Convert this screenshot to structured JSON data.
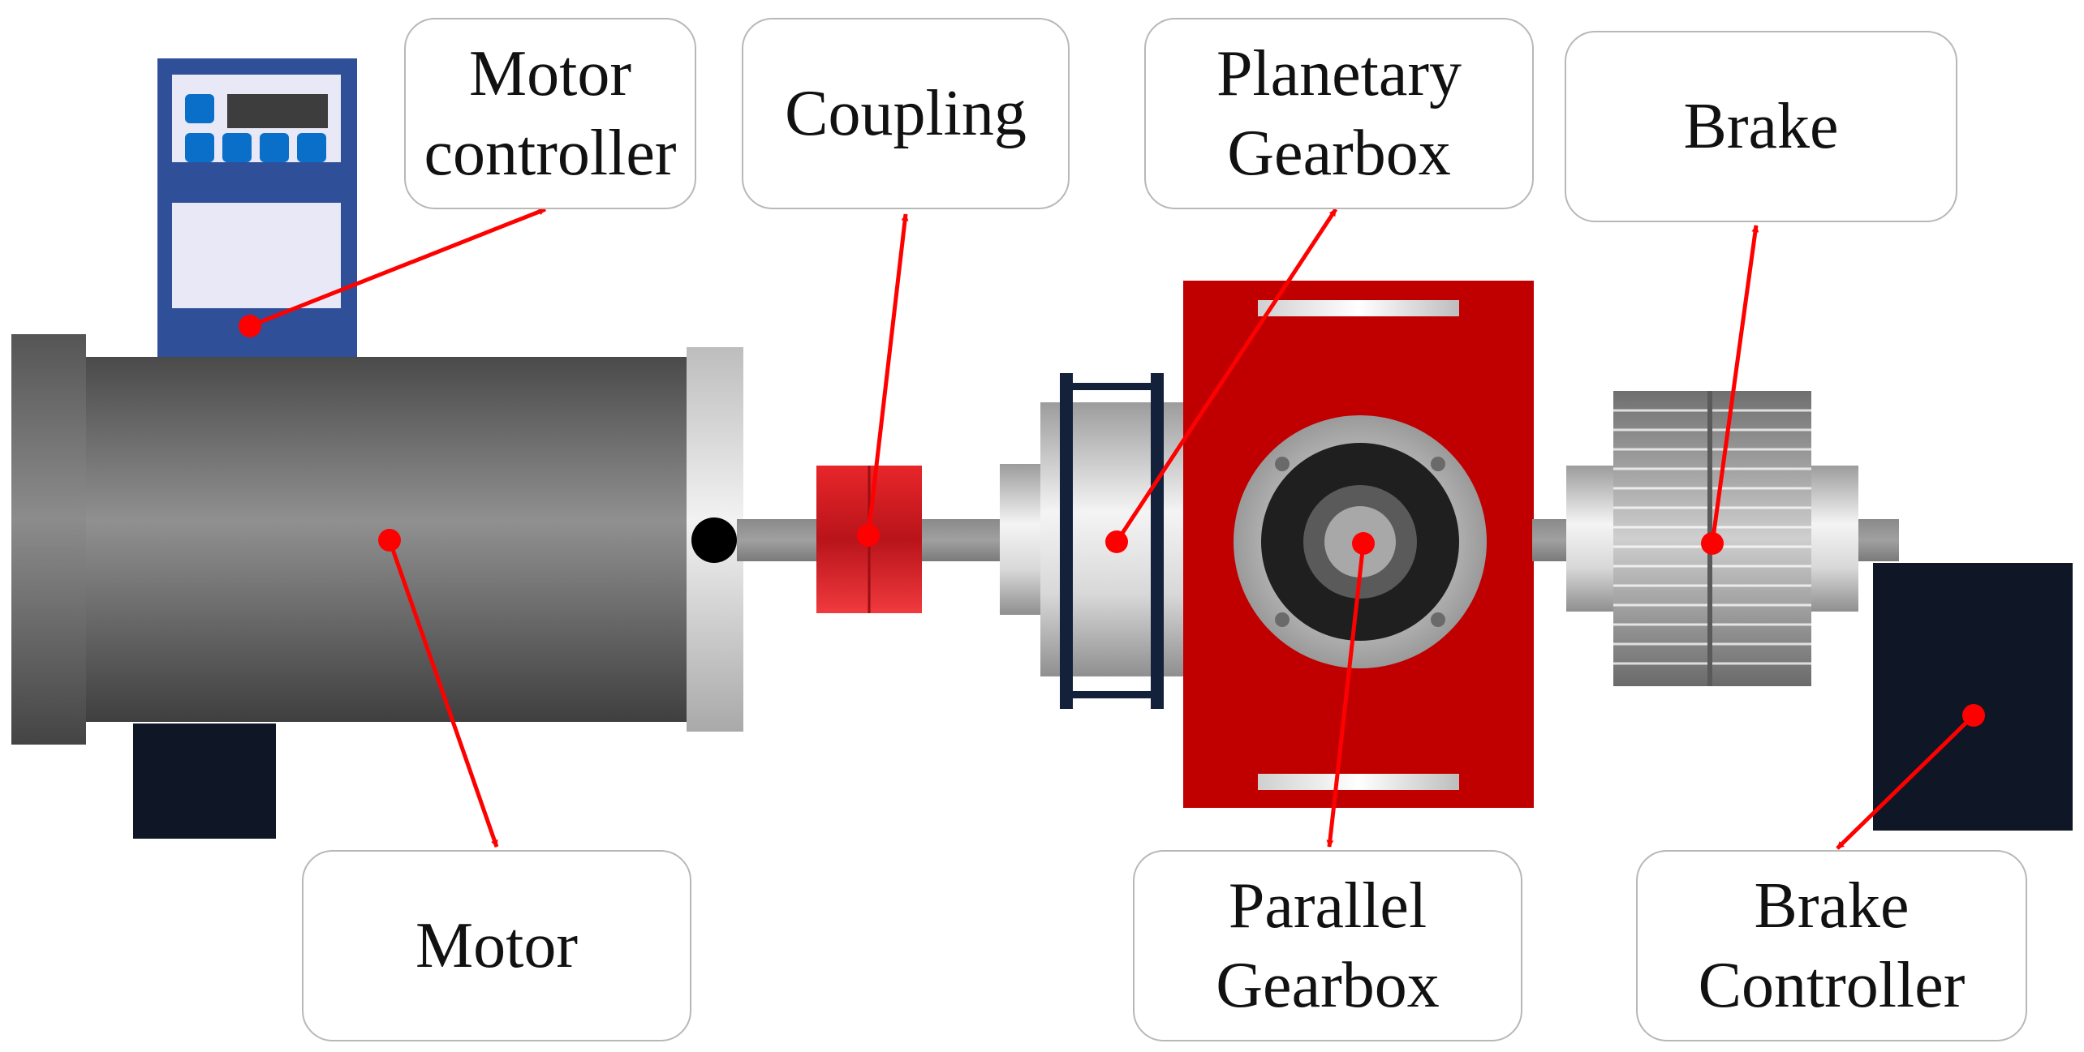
{
  "labels": {
    "motor_controller": [
      "Motor",
      "controller"
    ],
    "coupling": [
      "Coupling"
    ],
    "planetary_gearbox": [
      "Planetary",
      "Gearbox"
    ],
    "brake": [
      "Brake"
    ],
    "motor": [
      "Motor"
    ],
    "parallel_gearbox": [
      "Parallel",
      "Gearbox"
    ],
    "brake_controller": [
      "Brake",
      "Controller"
    ]
  },
  "colors": {
    "leader_line": "#ff0000",
    "controller_body": "#2f4f99",
    "controller_button": "#0a6fc8",
    "gearbox_housing": "#c00000",
    "coupling": "#e8262a",
    "dark_unit": "#0f1726"
  }
}
